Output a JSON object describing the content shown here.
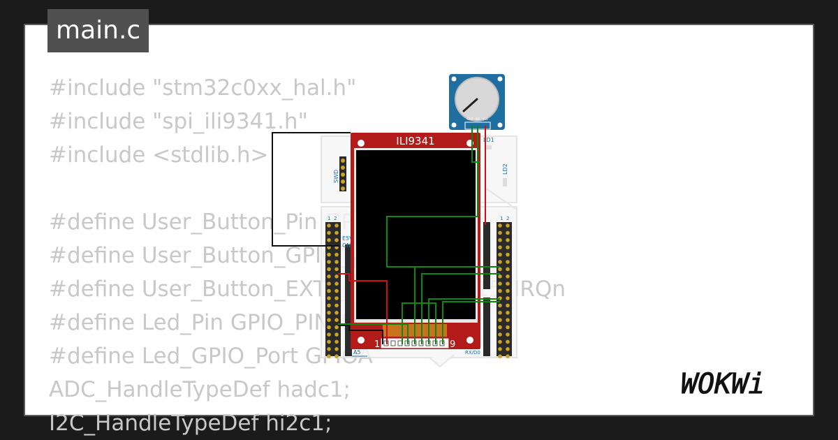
{
  "tab": {
    "filename": "main.c"
  },
  "code_lines": [
    "#include \"stm32c0xx_hal.h\"",
    "#include \"spi_ili9341.h\"",
    "#include <stdlib.h>",
    "",
    "#define User_Button_Pin GPIO_PIN_13",
    "#define User_Button_GPIO_Port GPIOC",
    "#define User_Button_EXTI_IRQn EXTI4_15_IRQn",
    "#define Led_Pin GPIO_PIN_5",
    "#define Led_GPIO_Port GPIOA",
    "ADC_HandleTypeDef hadc1;",
    "I2C_HandleTypeDef hi2c1;"
  ],
  "display": {
    "label": "ILI9341",
    "pin_first": "1",
    "pin_last": "9"
  },
  "board_labels": {
    "swd": "SWD",
    "ld1": "LD1",
    "ld2": "LD2",
    "e5v": "E5V",
    "gnd": "GN",
    "header_1": "1",
    "header_2": "2",
    "a5": "A5",
    "rx": "RX/D0"
  },
  "pot_labels": [
    "GND",
    "SIG",
    "VCC"
  ],
  "logo_text": "WOKWi",
  "colors": {
    "bg": "#1b1b1b",
    "card": "#ffffff",
    "code_text": "#c8c8c8",
    "tab_bg": "#505050",
    "display_red": "#b31b1b",
    "pot_blue": "#1e6fa0",
    "wire_green": "#0a8a0a",
    "wire_red": "#d01010",
    "wire_black": "#111111"
  }
}
